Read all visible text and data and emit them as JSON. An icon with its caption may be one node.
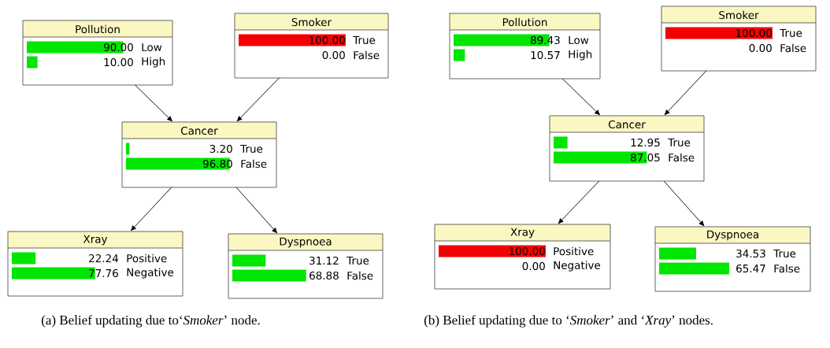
{
  "diagram": {
    "nodes": [
      {
        "text": [
          "Pollution",
          "90.00",
          "Low",
          "10.00",
          "High"
        ]
      },
      {
        "text": [
          "Smoker",
          "100.00",
          "True",
          "0.00",
          "False"
        ]
      },
      {
        "text": [
          "Cancer",
          "3.20",
          "True",
          "96.80",
          "False"
        ]
      },
      {
        "text": [
          "Xray",
          "22.24",
          "Positive",
          "77.76",
          "Negative"
        ]
      },
      {
        "text": [
          "Dyspnoea",
          "31.12",
          "True",
          "68.88",
          "False"
        ]
      },
      {
        "text": [
          "Pollution",
          "89.43",
          "Low",
          "10.57",
          "High"
        ]
      },
      {
        "text": [
          "Smoker",
          "100.00",
          "True",
          "0.00",
          "False"
        ]
      },
      {
        "text": [
          "Cancer",
          "12.95",
          "True",
          "87.05",
          "False"
        ]
      },
      {
        "text": [
          "Xray",
          "100.00",
          "Positive",
          "0.00",
          "Negative"
        ]
      },
      {
        "text": [
          "Dyspnoea",
          "34.53",
          "True",
          "65.47",
          "False"
        ]
      }
    ],
    "edges": [
      {
        "from": 0,
        "to": 2,
        "arrow": "to"
      },
      {
        "from": 1,
        "to": 2,
        "arrow": "to"
      },
      {
        "from": 2,
        "to": 3,
        "arrow": "to"
      },
      {
        "from": 2,
        "to": 4,
        "arrow": "to"
      },
      {
        "from": 5,
        "to": 7,
        "arrow": "to"
      },
      {
        "from": 6,
        "to": 7,
        "arrow": "to"
      },
      {
        "from": 7,
        "to": 8,
        "arrow": "to"
      },
      {
        "from": 7,
        "to": 9,
        "arrow": "to"
      }
    ],
    "labels": [
      "(a) Belief updating due to‘*Smoker*’ node.",
      "(b) Belief updating due to ‘*Smoker*’ and ‘*Xray*’ nodes."
    ]
  }
}
